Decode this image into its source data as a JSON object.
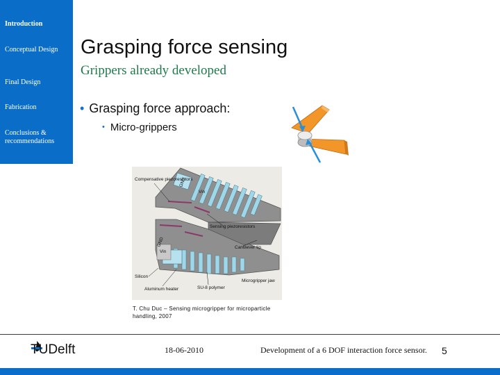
{
  "sidebar": {
    "items": [
      {
        "label": "Introduction",
        "active": true
      },
      {
        "label": "Conceptual Design",
        "active": false
      },
      {
        "label": "Final Design",
        "active": false
      },
      {
        "label": "Fabrication",
        "active": false
      },
      {
        "label": "Conclusions & recommendations",
        "active": false
      }
    ]
  },
  "slide": {
    "title": "Grasping force sensing",
    "subtitle": "Grippers already developed",
    "bullets": [
      {
        "text": "Grasping force approach:",
        "level": 1
      },
      {
        "text": "Micro-grippers",
        "level": 2
      }
    ]
  },
  "figure": {
    "labels": {
      "compensative": "Compensative piezoresistors",
      "gnd_top": "GND",
      "vin_top": "Vin",
      "sensing": "Sensing piezoresistors",
      "gnd_bottom": "GND",
      "vin_bottom": "Vin",
      "cantilever": "Cantilever tip",
      "silicon": "Silicon",
      "aluminum": "Aluminum heater",
      "su8": "SU-8 polymer",
      "jaw": "Microgripper jaw"
    },
    "caption": "T. Chu Duc – Sensing microgripper for microparticle handling, 2007"
  },
  "footer": {
    "logo_text": "TUDelft",
    "date": "18-06-2010",
    "title": "Development of a 6 DOF interaction force sensor.",
    "page": "5"
  },
  "colors": {
    "sidebar": "#0a6ec8",
    "subtitle": "#1f7a4a",
    "bullet": "#1a6fc4",
    "gripper_orange": "#f2962a",
    "arrow": "#2a8fd8"
  }
}
